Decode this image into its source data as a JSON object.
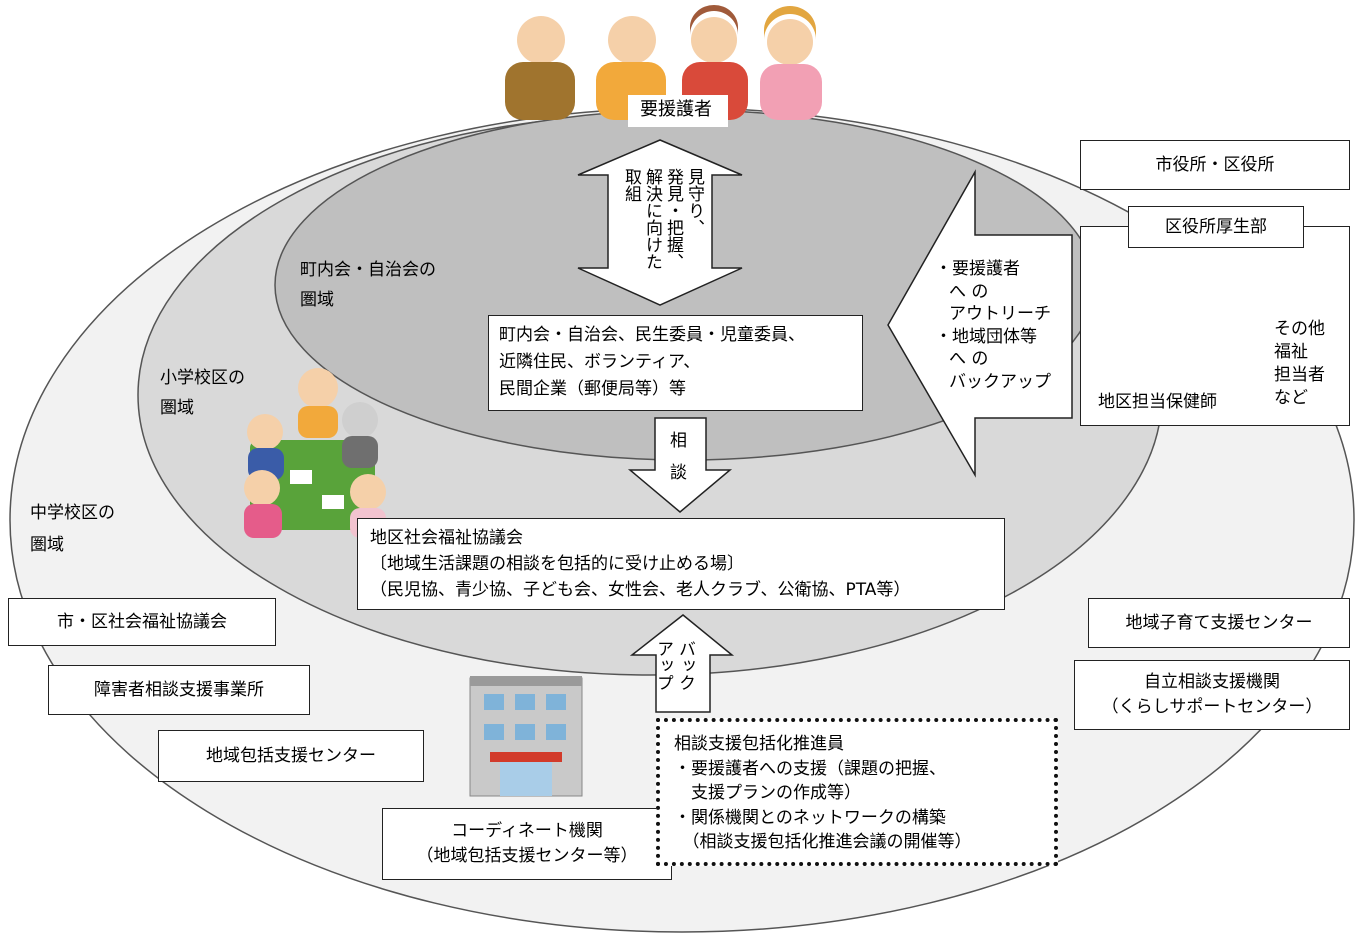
{
  "top": {
    "recipient_label": "要援護者"
  },
  "zones": {
    "chonaikai": [
      "町内会・自治会の",
      "圏域"
    ],
    "elementary": [
      "小学校区の",
      "圏域"
    ],
    "junior_high": [
      "中学校区の",
      "圏域"
    ]
  },
  "arrows": {
    "watch": "見守り、\n発見・把握、\n解決に向けた\n取組",
    "consult": "相\n談",
    "backup": "バック\nアップ"
  },
  "outreach": [
    "・要援護者",
    "へ の",
    "アウトリーチ",
    "・地域団体等",
    "へ の",
    "バックアップ"
  ],
  "boxes": {
    "chonaikai_members": [
      "町内会・自治会、民生委員・児童委員、",
      "近隣住民、ボランティア、",
      "民間企業（郵便局等）等"
    ],
    "district_council": [
      "地区社会福祉協議会",
      "〔地域生活課題の相談を包括的に受け止める場〕",
      "（民児協、青少協、子ども会、女性会、老人クラブ、公衛協、PTA等）"
    ],
    "city_office": "市役所・区役所",
    "ward_health": "区役所厚生部",
    "public_health_nurse": "地区担当保健師",
    "other_staff": [
      "その他",
      "福祉",
      "担当者",
      "など"
    ],
    "city_council": "市・区社会福祉協議会",
    "disability_office": "障害者相談支援事業所",
    "community_center": "地域包括支援センター",
    "child_center": "地域子育て支援センター",
    "self_reliance": [
      "自立相談支援機関",
      "（くらしサポートセンター）"
    ],
    "coordinator": [
      "コーディネート機関",
      "（地域包括支援センター等）"
    ],
    "promoter": [
      "相談支援包括化推進員",
      "・要援護者への支援（課題の把握、",
      "　支援プランの作成等）",
      "・関係機関とのネットワークの構築",
      "　（相談支援包括化推進会議の開催等）"
    ]
  },
  "colors": {
    "outer_ellipse": "#f2f2f2",
    "middle_ellipse": "#d9d9d9",
    "inner_ellipse": "#bfbfbf",
    "stroke": "#555555"
  }
}
